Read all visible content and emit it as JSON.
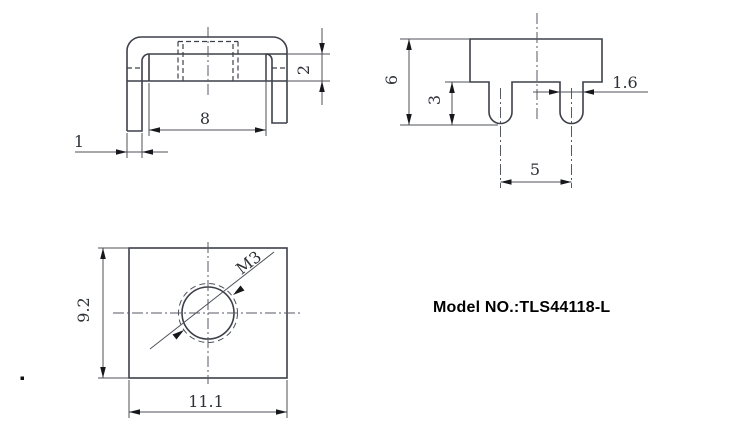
{
  "model": {
    "label": "Model NO.:TLS44118-L"
  },
  "colors": {
    "background": "#ffffff",
    "object_line": "#3d4049",
    "dimension_line": "#4d515a",
    "center_line": "#565a63",
    "arrow": "#17181b",
    "dimension_text": "#2e3138",
    "model_text": "#000000"
  },
  "views": {
    "front": {
      "title": "front-view",
      "dims": {
        "nut_width": "8",
        "plate_thickness": "2",
        "leg_thickness": "1"
      }
    },
    "side": {
      "title": "side-view",
      "dims": {
        "body_height": "6",
        "pin_length": "3",
        "pin_width": "1.6",
        "pin_pitch": "5"
      }
    },
    "top": {
      "title": "top-view",
      "dims": {
        "plate_depth": "9.2",
        "plate_width": "11.1",
        "thread_callout": "M3"
      }
    }
  }
}
